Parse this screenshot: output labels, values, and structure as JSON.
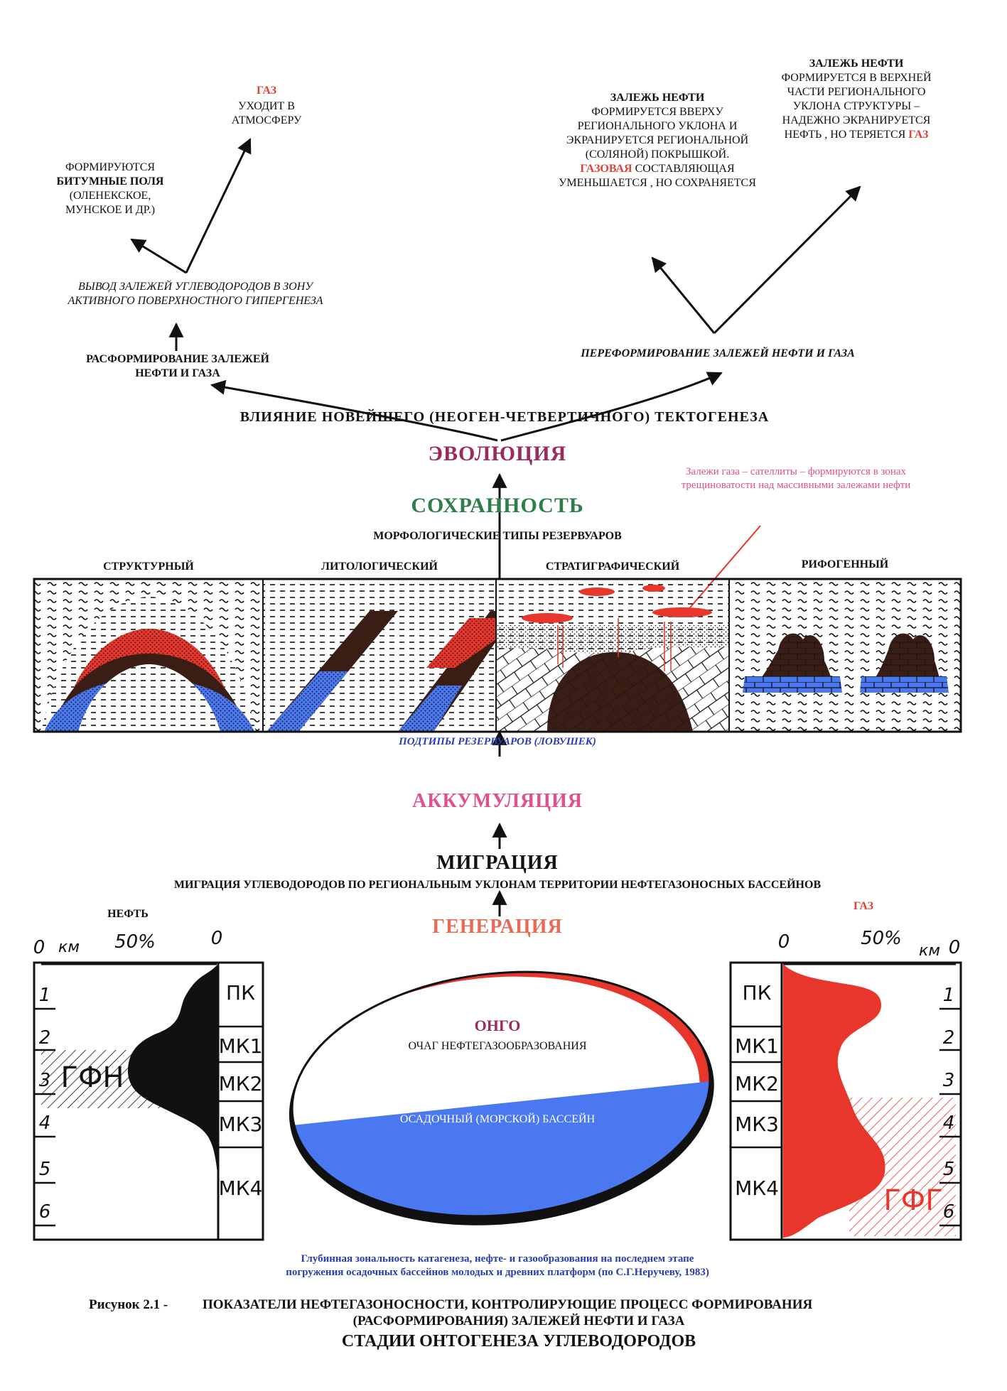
{
  "top_left": {
    "gas_title": "ГАЗ",
    "gas_text": "УХОДИТ В АТМОСФЕРУ",
    "bitumen_pre": "ФОРМИРУЮТСЯ",
    "bitumen_bold": "БИТУМНЫЕ ПОЛЯ",
    "bitumen_post": "(ОЛЕНЕКСКОЕ, МУНСКОЕ И ДР.)",
    "output_text": "ВЫВОД ЗАЛЕЖЕЙ УГЛЕВОДОРОДОВ В ЗОНУ АКТИВНОГО ПОВЕРХНОСТНОГО ГИПЕРГЕНЕЗА",
    "disband": "РАСФОРМИРОВАНИЕ ЗАЛЕЖЕЙ НЕФТИ И ГАЗА"
  },
  "top_right": {
    "oil1_title": "ЗАЛЕЖЬ НЕФТИ",
    "oil1_text": "ФОРМИРУЕТСЯ ВВЕРХУ РЕГИОНАЛЬНОГО УКЛОНА И ЭКРАНИРУЕТСЯ РЕГИОНАЛЬНОЙ (СОЛЯНОЙ) ПОКРЫШКОЙ.",
    "oil1_gas_word": "ГАЗОВАЯ",
    "oil1_gas_text": "СОСТАВЛЯЮЩАЯ УМЕНЬШАЕТСЯ , НО СОХРАНЯЕТСЯ",
    "oil2_title": "ЗАЛЕЖЬ НЕФТИ",
    "oil2_text": "ФОРМИРУЕТСЯ В ВЕРХНЕЙ ЧАСТИ РЕГИОНАЛЬНОГО УКЛОНА СТРУКТУРЫ – НАДЕЖНО ЭКРАНИРУЕТСЯ НЕФТЬ , НО ТЕРЯЕТСЯ",
    "oil2_gas_word": "ГАЗ",
    "reform": "ПЕРЕФОРМИРОВАНИЕ ЗАЛЕЖЕЙ НЕФТИ И ГАЗА"
  },
  "tectogenesis": "ВЛИЯНИЕ НОВЕЙШЕГО (НЕОГЕН-ЧЕТВЕРТИЧНОГО) ТЕКТОГЕНЕЗА",
  "stages": {
    "evolution": "ЭВОЛЮЦИЯ",
    "preservation": "СОХРАННОСТЬ",
    "accumulation": "АККУМУЛЯЦИЯ",
    "migration": "МИГРАЦИЯ",
    "generation": "ГЕНЕРАЦИЯ"
  },
  "morph_title": "МОРФОЛОГИЧЕСКИЕ ТИПЫ РЕЗЕРВУАРОВ",
  "reservoir_types": [
    "СТРУКТУРНЫЙ",
    "ЛИТОЛОГИЧЕСКИЙ",
    "СТРАТИГРАФИЧЕСКИЙ",
    "РИФОГЕННЫЙ"
  ],
  "satellite_note": "Залежи газа – сателлиты – формируются в зонах трещиноватости над массивными залежами нефти",
  "subtypes": "ПОДТИПЫ РЕЗЕРВУАРОВ (ЛОВУШЕК)",
  "migration_text": "МИГРАЦИЯ УГЛЕВОДОРОДОВ ПО РЕГИОНАЛЬНЫМ УКЛОНАМ ТЕРРИТОРИИ НЕФТЕГАЗОНОСНЫХ БАССЕЙНОВ",
  "oil_chart": {
    "title": "НЕФТЬ",
    "axis_zero": "0",
    "axis_km": "км",
    "axis_50": "50%",
    "axis_end": "0",
    "depths": [
      "1",
      "2",
      "3",
      "4",
      "5",
      "6"
    ],
    "zones": [
      "ПК",
      "МК1",
      "МК2",
      "МК3",
      "МК4"
    ],
    "label": "ГФН"
  },
  "gas_chart": {
    "title": "ГАЗ",
    "axis_zero": "0",
    "axis_50": "50%",
    "axis_km": "км",
    "axis_end": "0",
    "depths": [
      "1",
      "2",
      "3",
      "4",
      "5",
      "6"
    ],
    "zones": [
      "ПК",
      "МК1",
      "МК2",
      "МК3",
      "МК4"
    ],
    "label": "ГФГ"
  },
  "ellipse": {
    "title": "ОНГО",
    "center": "ОЧАГ НЕФТЕГАЗООБРАЗОВАНИЯ",
    "basin": "ОСАДОЧНЫЙ (МОРСКОЙ) БАССЕЙН"
  },
  "source_note_1": "Глубинная зональность катагенеза, нефте- и газообразования на последнем этапе",
  "source_note_2": "погружения осадочных бассейнов молодых и древних платформ (по С.Г.Неручеву, 1983)",
  "caption_prefix": "Рисунок 2.1 -",
  "caption_line1": "ПОКАЗАТЕЛИ НЕФТЕГАЗОНОСНОСТИ, КОНТРОЛИРУЮЩИЕ ПРОЦЕСС ФОРМИРОВАНИЯ",
  "caption_line2": "(РАСФОРМИРОВАНИЯ) ЗАЛЕЖЕЙ НЕФТИ И ГАЗА",
  "caption_line3": "СТАДИИ ОНТОГЕНЕЗА УГЛЕВОДОРОДОВ",
  "colors": {
    "red": "#e8362c",
    "blue": "#4a78f0",
    "brown": "#3a1d14",
    "magenta": "#9c2a5c",
    "green": "#2f7d4a",
    "pink": "#e0508c",
    "orange": "#e86a55",
    "navy": "#2a3db0"
  }
}
